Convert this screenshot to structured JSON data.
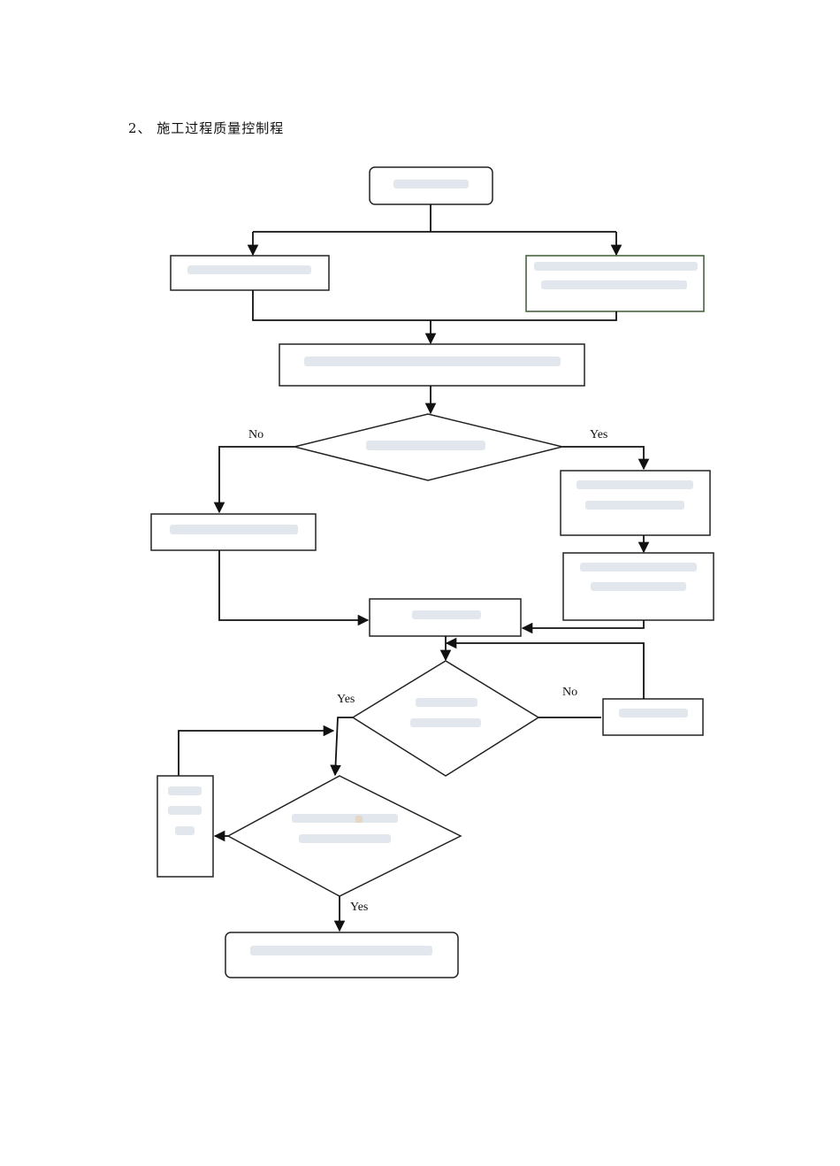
{
  "page": {
    "title": "2、 施工过程质量控制程"
  },
  "diagram": {
    "edge_labels": {
      "no_1": "No",
      "yes_1": "Yes",
      "yes_2": "Yes",
      "no_2": "No",
      "yes_3": "Yes"
    },
    "nodes": {
      "start": "",
      "left_input": "",
      "right_input": "",
      "merge_step": "",
      "decision_1": "",
      "yes_step_1": "",
      "yes_step_2": "",
      "no_step": "",
      "join_step": "",
      "decision_2": "",
      "rework_step": "",
      "decision_3": "",
      "side_step": "",
      "end": ""
    }
  }
}
